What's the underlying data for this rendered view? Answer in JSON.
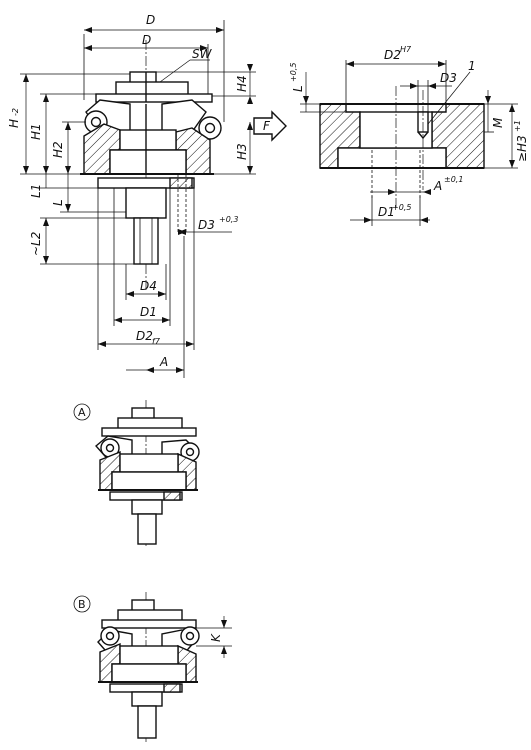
{
  "labels": {
    "D_top": "D",
    "D_second": "D",
    "SW": "SW",
    "H": "H",
    "H_tol": "-2",
    "H1": "H1",
    "H2": "H2",
    "H3": "H3",
    "H4": "H4",
    "L1": "L1",
    "L": "L",
    "L2": "~L2",
    "D3": "D3",
    "D3_tol": "+0,3",
    "D4": "D4",
    "D1": "D1",
    "D2": "D2",
    "D2_fit": "f7",
    "A": "A",
    "F": "F",
    "bore_L": "L",
    "bore_L_tol": "+0,5",
    "bore_D2": "D2",
    "bore_D2_fit": "H7",
    "bore_D3": "D3",
    "item_1": "1",
    "bore_M": "M",
    "bore_H3": "≥H3",
    "bore_H3_tol": "+1",
    "bore_A": "A",
    "bore_A_tol": "±0,1",
    "bore_D1": "D1",
    "bore_D1_tol": "+0,5",
    "variant_A": "A",
    "variant_B": "B",
    "K": "K"
  }
}
